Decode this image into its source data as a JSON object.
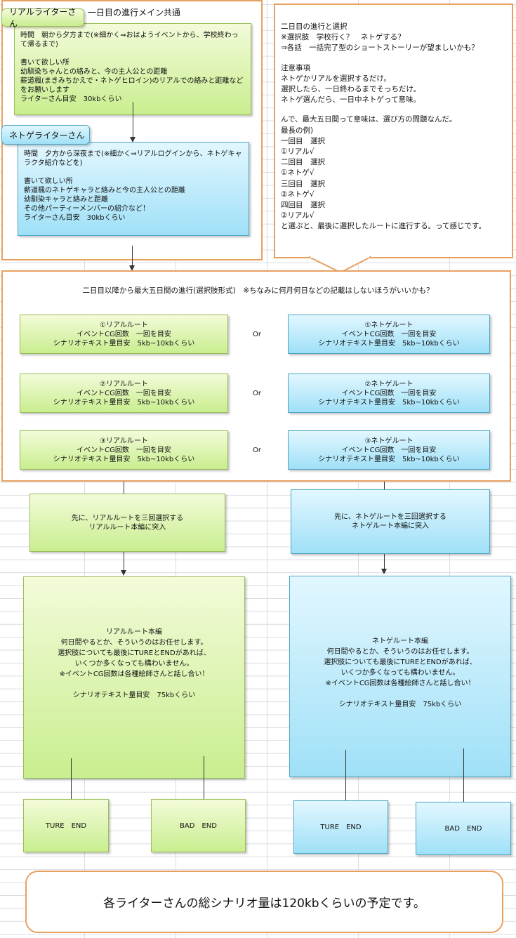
{
  "day1": {
    "title": "一日目の進行メイン共通",
    "real_tab": "リアルライターさん",
    "real_lines": [
      "時間　朝から夕方まで(※細かく⇒おはようイベントから、学校終わって帰るまで)",
      "",
      "書いて欲しい所",
      "幼馴染ちゃんとの絡みと、今の主人公との距離",
      "薪道楓(まきみちかえで・ネトゲヒロイン)のリアルでの絡みと距離などをお願いします",
      "ライターさん目安　30kbくらい"
    ],
    "net_tab": "ネトゲライターさん",
    "net_lines": [
      "時間　夕方から深夜まで(※細かく⇒リアルログインから、ネトゲキャラクタ紹介などを)",
      "",
      "書いて欲しい所",
      "薪道楓のネトゲキャラと絡みと今の主人公との距離",
      "幼馴染キャラと絡みと距離",
      "その他パーティーメンバーの紹介など！",
      "ライターさん目安　30kbくらい"
    ]
  },
  "note": {
    "lines": [
      "二日目の進行と選択",
      "※選択肢　学校行く？　ネトゲする？",
      "⇒各話　一話完了型のショートストーリーが望ましいかも？",
      "",
      "注意事項",
      "ネトゲかリアルを選択するだけ。",
      "選択したら、一日終わるまでそっちだけ。",
      "ネトゲ選んだら、一日中ネトゲって意味。",
      "",
      "んで、最大五日間って意味は、選び方の問題なんだ。",
      "最長の例)",
      "一回目　選択",
      "①リアル√",
      "二回目　選択",
      "①ネトゲ√",
      "三回目　選択",
      "②ネトゲ√",
      "四回目　選択",
      "②リアル√",
      "と選ぶと、最後に選択したルートに進行する。って感じです。"
    ]
  },
  "day2": {
    "header": "二日目以降から最大五日間の進行(選択肢形式)　※ちなみに何月何日などの記載はしないほうがいいかも？",
    "or": "Or",
    "rows": [
      {
        "real": "①リアルルート\nイベントCG回数　一回を目安\nシナリオテキスト量目安　5kb~10kbくらい",
        "net": "①ネトゲルート\nイベントCG回数　一回を目安\nシナリオテキスト量目安　5kb~10kbくらい"
      },
      {
        "real": "②リアルルート\nイベントCG回数　一回を目安\nシナリオテキスト量目安　5kb~10kbくらい",
        "net": "②ネトゲルート\nイベントCG回数　一回を目安\nシナリオテキスト量目安　5kb~10kbくらい"
      },
      {
        "real": "③リアルルート\nイベントCG回数　一回を目安\nシナリオテキスト量目安　5kb~10kbくらい",
        "net": "③ネトゲルート\nイベントCG回数　一回を目安\nシナリオテキスト量目安　5kb~10kbくらい"
      }
    ]
  },
  "entry": {
    "real": "先に、リアルルートを三回選択する\nリアルルート本編に突入",
    "net": "先に、ネトゲルートを三回選択する\nネトゲルート本編に突入"
  },
  "main": {
    "real": "リアルルート本編\n何日間やるとか、そういうのはお任せします。\n選択肢についても最後にTUREとENDがあれば、\nいくつか多くなっても構わいません。\n※イベントCG回数は各種絵師さんと話し合い！\n\nシナリオテキスト量目安　75kbくらい",
    "net": "ネトゲルート本編\n何日間やるとか、そういうのはお任せします。\n選択肢についても最後にTUREとENDがあれば、\nいくつか多くなっても構わいません。\n※イベントCG回数は各種絵師さんと話し合い！\n\nシナリオテキスト量目安　75kbくらい"
  },
  "endings": {
    "true_end": "TURE　END",
    "bad_end": "BAD　END"
  },
  "footer": "各ライターさんの総シナリオ量は120kbくらいの予定です。"
}
